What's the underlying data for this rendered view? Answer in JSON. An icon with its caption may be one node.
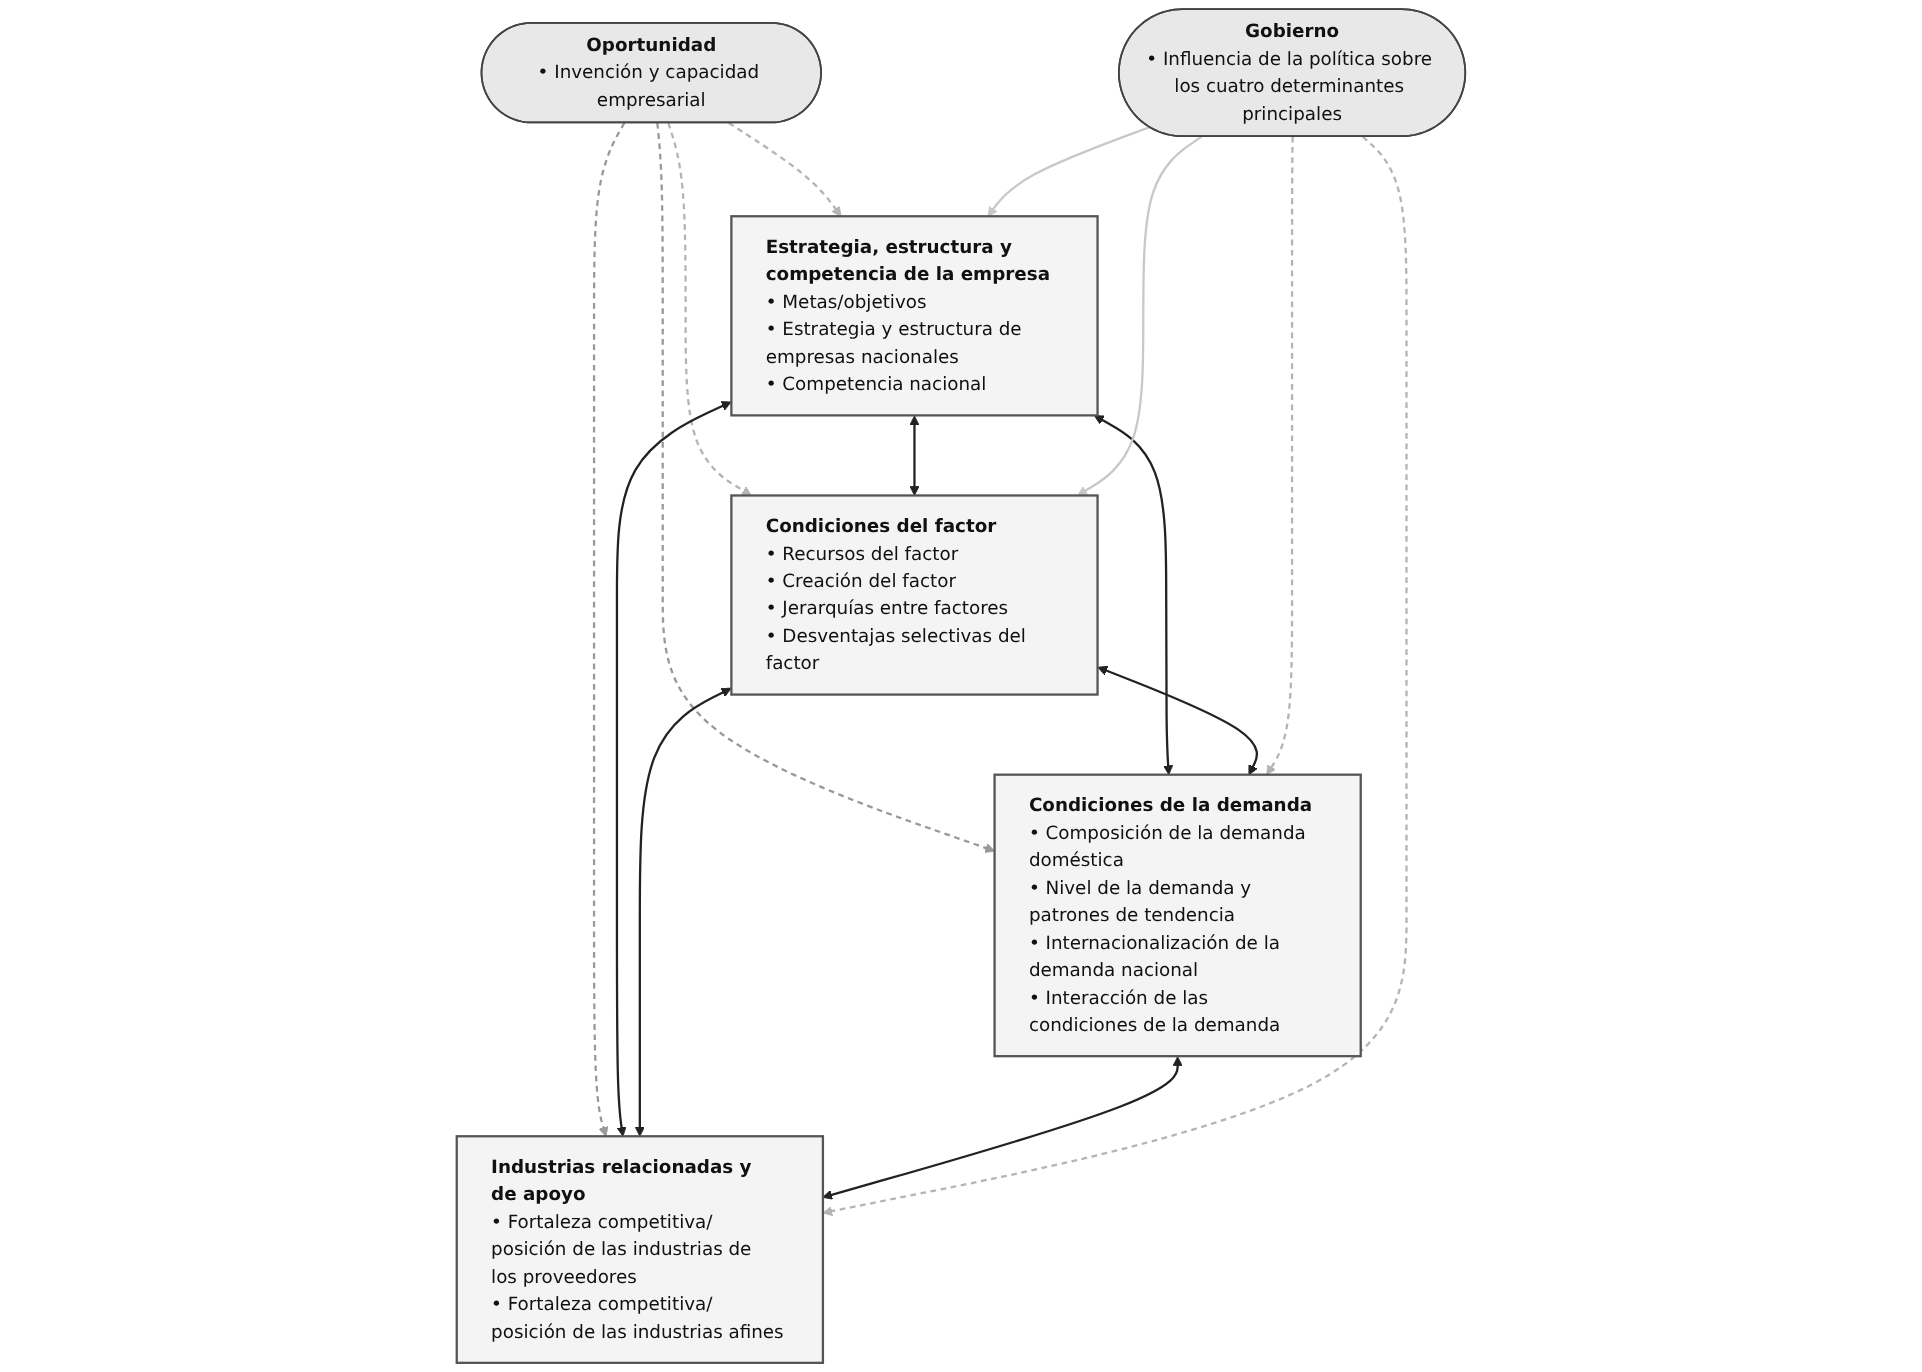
{
  "diagram": {
    "nodes": [
      {
        "text": [
          "Oportunidad",
          "• Invención y capacidad empresarial"
        ]
      },
      {
        "text": [
          "Estrategia, estructura y competencia de la empresa",
          "• Metas/objetivos",
          "• Estrategia y estructura de empresas nacionales",
          "• Competencia nacional"
        ]
      },
      {
        "text": [
          "Condiciones del factor",
          "• Recursos del factor",
          "• Creación del factor",
          "• Jerarquías entre factores",
          "• Desventajas selectivas del factor"
        ]
      },
      {
        "text": [
          "Condiciones de la demanda",
          "• Composición de la demanda doméstica",
          "• Nivel de la demanda y patrones de tendencia",
          "• Internacionalización de la demanda nacional",
          "• Interacción de las condiciones de la demanda"
        ]
      },
      {
        "text": [
          "Industrias relacionadas y de apoyo",
          "• Fortaleza competitiva/ posición de las industrias de los proveedores",
          "• Fortaleza competitiva/ posición de las industrias afines"
        ]
      },
      {
        "text": [
          "Gobierno",
          "• Influencia de la política sobre los cuatro determinantes principales"
        ]
      }
    ],
    "edges": [
      {
        "from": 0,
        "to": 1,
        "arrow": "to",
        "style": "dashed",
        "color": "#b4b4b4"
      },
      {
        "from": 0,
        "to": 2,
        "arrow": "to",
        "style": "dashed",
        "color": "#b4b4b4"
      },
      {
        "from": 0,
        "to": 3,
        "arrow": "to",
        "style": "dashed",
        "color": "#999999"
      },
      {
        "from": 0,
        "to": 4,
        "arrow": "to",
        "style": "dashed",
        "color": "#999999"
      },
      {
        "from": 1,
        "to": 2,
        "arrow": "both"
      },
      {
        "from": 1,
        "to": 3,
        "arrow": "both"
      },
      {
        "from": 1,
        "to": 4,
        "arrow": "both"
      },
      {
        "from": 2,
        "to": 3,
        "arrow": "both"
      },
      {
        "from": 2,
        "to": 4,
        "arrow": "both"
      },
      {
        "from": 3,
        "to": 4,
        "arrow": "both"
      },
      {
        "from": 5,
        "to": 3,
        "arrow": "to",
        "style": "dashed",
        "color": "#b4b4b4"
      },
      {
        "from": 5,
        "to": 4,
        "arrow": "to",
        "style": "dashed",
        "color": "#b4b4b4"
      },
      {
        "from": 5,
        "to": 1,
        "arrow": "to",
        "color": "#c8c8c8"
      },
      {
        "from": 5,
        "to": 2,
        "arrow": "to",
        "color": "#c8c8c8"
      }
    ]
  }
}
